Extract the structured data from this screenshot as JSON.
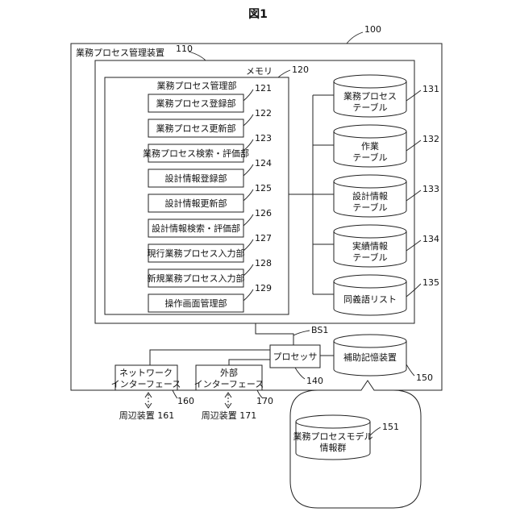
{
  "figure_title": "図1",
  "apparatus": {
    "label": "業務プロセス管理装置",
    "ref": "100"
  },
  "memory": {
    "label": "メモリ",
    "ref": "110",
    "sub_ref": "120"
  },
  "manager": {
    "label": "業務プロセス管理部",
    "units": [
      {
        "label": "業務プロセス登録部",
        "ref": "121"
      },
      {
        "label": "業務プロセス更新部",
        "ref": "122"
      },
      {
        "label": "業務プロセス検索・評価部",
        "ref": "123"
      },
      {
        "label": "設計情報登録部",
        "ref": "124"
      },
      {
        "label": "設計情報更新部",
        "ref": "125"
      },
      {
        "label": "設計情報検索・評価部",
        "ref": "126"
      },
      {
        "label": "現行業務プロセス入力部",
        "ref": "127"
      },
      {
        "label": "新規業務プロセス入力部",
        "ref": "128"
      },
      {
        "label": "操作画面管理部",
        "ref": "129"
      }
    ]
  },
  "tables": [
    {
      "line1": "業務プロセス",
      "line2": "テーブル",
      "ref": "131"
    },
    {
      "line1": "作業",
      "line2": "テーブル",
      "ref": "132"
    },
    {
      "line1": "設計情報",
      "line2": "テーブル",
      "ref": "133"
    },
    {
      "line1": "実績情報",
      "line2": "テーブル",
      "ref": "134"
    },
    {
      "line1": "同義語リスト",
      "line2": "",
      "ref": "135"
    }
  ],
  "bus": {
    "label": "BS1"
  },
  "processor": {
    "label": "プロセッサ",
    "ref": "140"
  },
  "storage": {
    "label": "補助記憶装置",
    "ref": "150"
  },
  "network_if": {
    "line1": "ネットワーク",
    "line2": "インターフェース",
    "ref": "160"
  },
  "external_if": {
    "line1": "外部",
    "line2": "インターフェース",
    "ref": "170"
  },
  "peripheral1": {
    "label": "周辺装置 161"
  },
  "peripheral2": {
    "label": "周辺装置 171"
  },
  "model_info": {
    "line1": "業務プロセスモデル",
    "line2": "情報群",
    "ref": "151"
  }
}
